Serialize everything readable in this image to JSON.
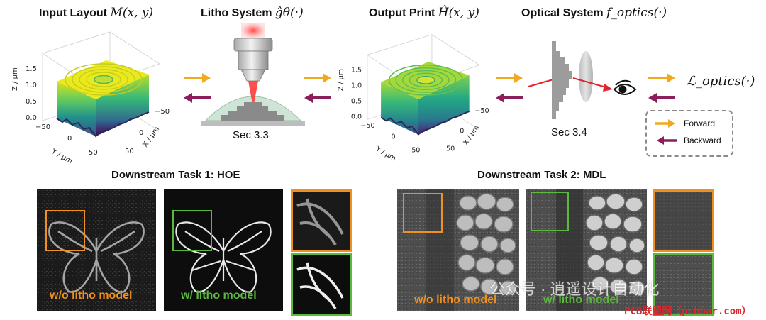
{
  "top_row": {
    "input_layout": {
      "title": "Input Layout",
      "math": "M(x, y)"
    },
    "litho_system": {
      "title": "Litho System",
      "math": "ĝθ(·)",
      "sec": "Sec 3.3"
    },
    "output_print": {
      "title": "Output Print",
      "math": "Ĥ(x, y)"
    },
    "optical_system": {
      "title": "Optical System",
      "math": "f_optics(·)",
      "sec": "Sec 3.4"
    },
    "loss": {
      "math": "ℒ_optics(·)"
    }
  },
  "plot_axes": {
    "z_label": "Z / μm",
    "x_label": "X / μm",
    "y_label": "Y / μm",
    "z_ticks": [
      "0.0",
      "0.5",
      "1.0",
      "1.5"
    ],
    "y_ticks": [
      "−50",
      "0",
      "50"
    ],
    "x_ticks": [
      "−50",
      "0",
      "50"
    ]
  },
  "legend": {
    "forward": "Forward",
    "backward": "Backward"
  },
  "colors": {
    "forward": "#f2a91d",
    "backward": "#8a1f5c",
    "orange_box": "#f0901e",
    "green_box": "#5cb83f"
  },
  "task1": {
    "title": "Downstream Task 1: HOE",
    "left_caption": "w/o litho model",
    "right_caption": "w/ litho model"
  },
  "task2": {
    "title": "Downstream Task 2: MDL",
    "left_caption": "w/o litho model",
    "right_caption": "w/ litho model"
  },
  "watermark": {
    "text1": "公众号 · 逍遥设计自动化",
    "text2": "PCB联盟网（pcbbar.com）"
  }
}
